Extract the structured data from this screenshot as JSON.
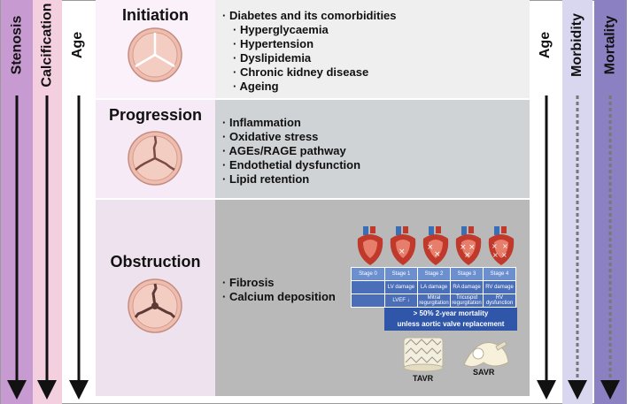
{
  "left_axes": [
    {
      "label": "Stenosis",
      "color": "#c79bd1"
    },
    {
      "label": "Calcification",
      "color": "#f3cfe0"
    },
    {
      "label": "Age",
      "color": "#ffffff"
    }
  ],
  "right_axes": [
    {
      "label": "Age",
      "color": "#ffffff"
    },
    {
      "label": "Morbidity",
      "color": "#d9d6ef"
    },
    {
      "label": "Mortality",
      "color": "#8a80c2"
    }
  ],
  "stages": [
    {
      "title": "Initiation",
      "items": [
        "Diabetes and its comorbidities"
      ],
      "sub_items": [
        "Hyperglycaemia",
        "Hypertension",
        "Dyslipidemia",
        "Chronic kidney disease",
        "Ageing"
      ]
    },
    {
      "title": "Progression",
      "items": [
        "Inflammation",
        "Oxidative stress",
        "AGEs/RAGE pathway",
        "Endothetial dysfunction",
        "Lipid retention"
      ]
    },
    {
      "title": "Obstruction",
      "items": [
        "Fibrosis",
        "Calcium deposition"
      ]
    }
  ],
  "bullet": "·",
  "heart_stages": {
    "headers": [
      "Stage 0",
      "Stage 1",
      "Stage 2",
      "Stage 3",
      "Stage 4"
    ],
    "row1": [
      "",
      "LV damage",
      "LA damage",
      "RA damage",
      "RV damage"
    ],
    "row2": [
      "",
      "LVEF ↓",
      "Mitral regurgitation",
      "Tricuspid regurgitation",
      "RV dysfunction"
    ]
  },
  "mortality_note": {
    "line1": "> 50% 2-year mortality",
    "line2": "unless aortic valve replacement"
  },
  "treatments": {
    "tavr": "TAVR",
    "savr": "SAVR"
  },
  "colors": {
    "initiation_bg": "#fbf1fa",
    "initiation_list_bg": "#efefef",
    "progression_bg": "#f5eaf5",
    "progression_list_bg": "#d0d3d6",
    "obstruction_bg": "#eee2ee",
    "obstruction_list_bg": "#b9b9b9",
    "valve": "#eebdb0"
  }
}
